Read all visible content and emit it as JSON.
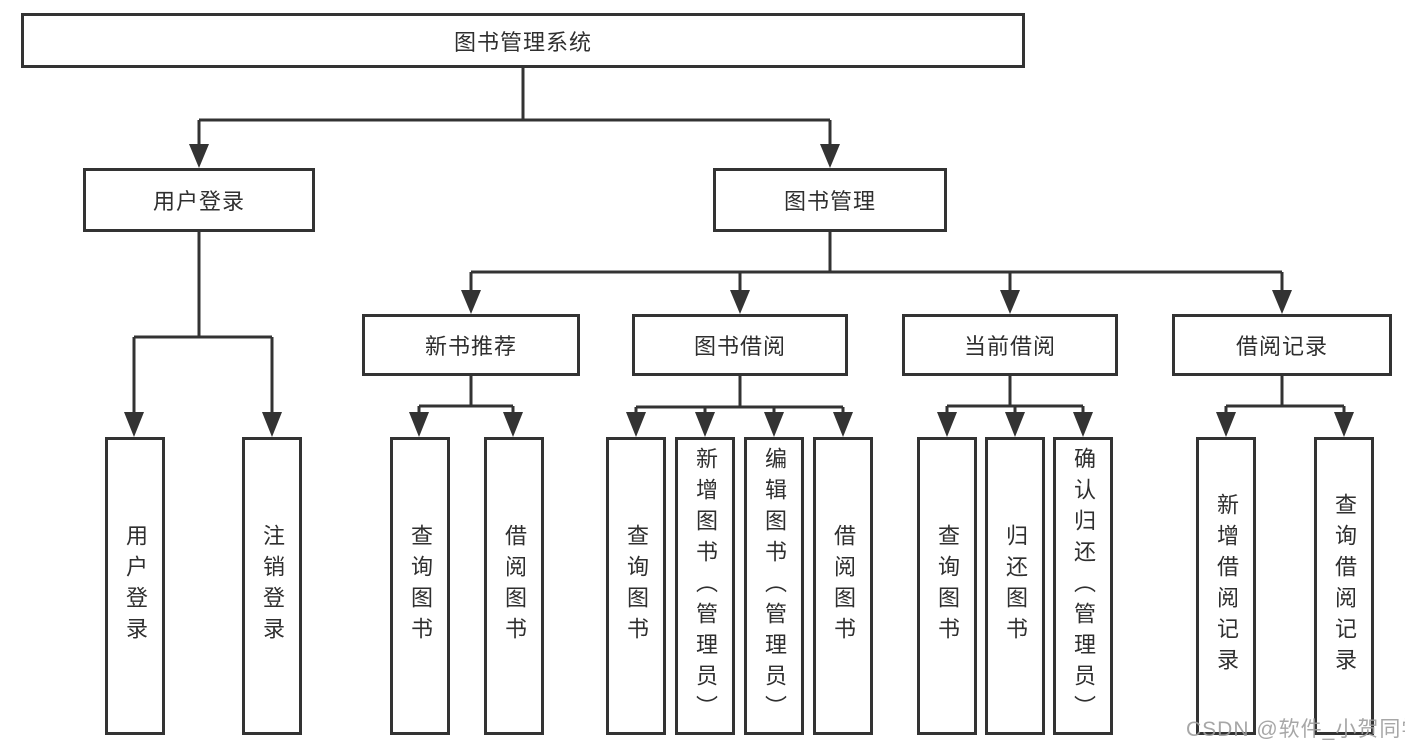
{
  "diagram": {
    "root": "图书管理系统",
    "level2": [
      "用户登录",
      "图书管理"
    ],
    "level3": [
      "新书推荐",
      "图书借阅",
      "当前借阅",
      "借阅记录"
    ],
    "leaves": {
      "login": [
        "用户登录",
        "注销登录"
      ],
      "recommend": [
        "查询图书",
        "借阅图书"
      ],
      "borrow": [
        "查询图书",
        "新增图书（管理员）",
        "编辑图书（管理员）",
        "借阅图书"
      ],
      "current": [
        "查询图书",
        "归还图书",
        "确认归还（管理员）"
      ],
      "records": [
        "新增借阅记录",
        "查询借阅记录"
      ]
    }
  },
  "watermark": "CSDN @软件_小贺同学",
  "colors": {
    "line": "#333333",
    "text": "#2f2f2f",
    "watermark": "#9e9e9e",
    "background": "#ffffff"
  }
}
